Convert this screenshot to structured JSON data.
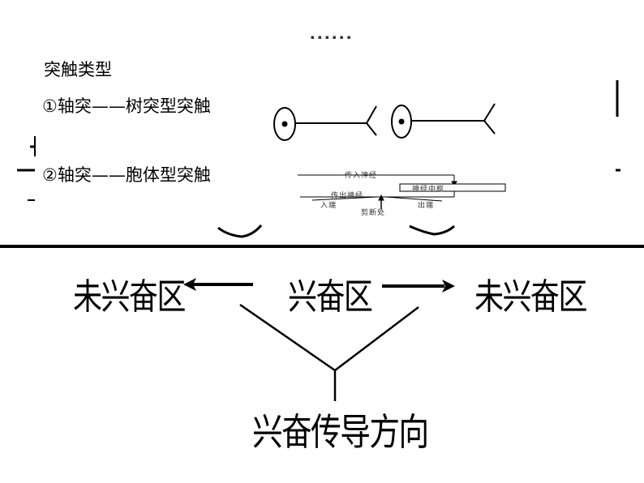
{
  "header": {
    "faint_dots": "▪ ▪ ▪ ▪ ▪ ▪"
  },
  "synapse_types": {
    "heading": "突触类型",
    "items": [
      {
        "label": "①轴突——树突型突触"
      },
      {
        "label": "②轴突——胞体型突触"
      }
    ]
  },
  "reflex_arc_fragment": {
    "afferent": "传入神经",
    "center": "神经中枢",
    "efferent": "传出神经",
    "in_end": "入端",
    "out_end": "出端",
    "cut_point": "剪断处"
  },
  "conduction": {
    "left_zone": "未兴奋区",
    "center_zone": "兴奋区",
    "right_zone": "未兴奋区",
    "direction_label": "兴奋传导方向"
  }
}
